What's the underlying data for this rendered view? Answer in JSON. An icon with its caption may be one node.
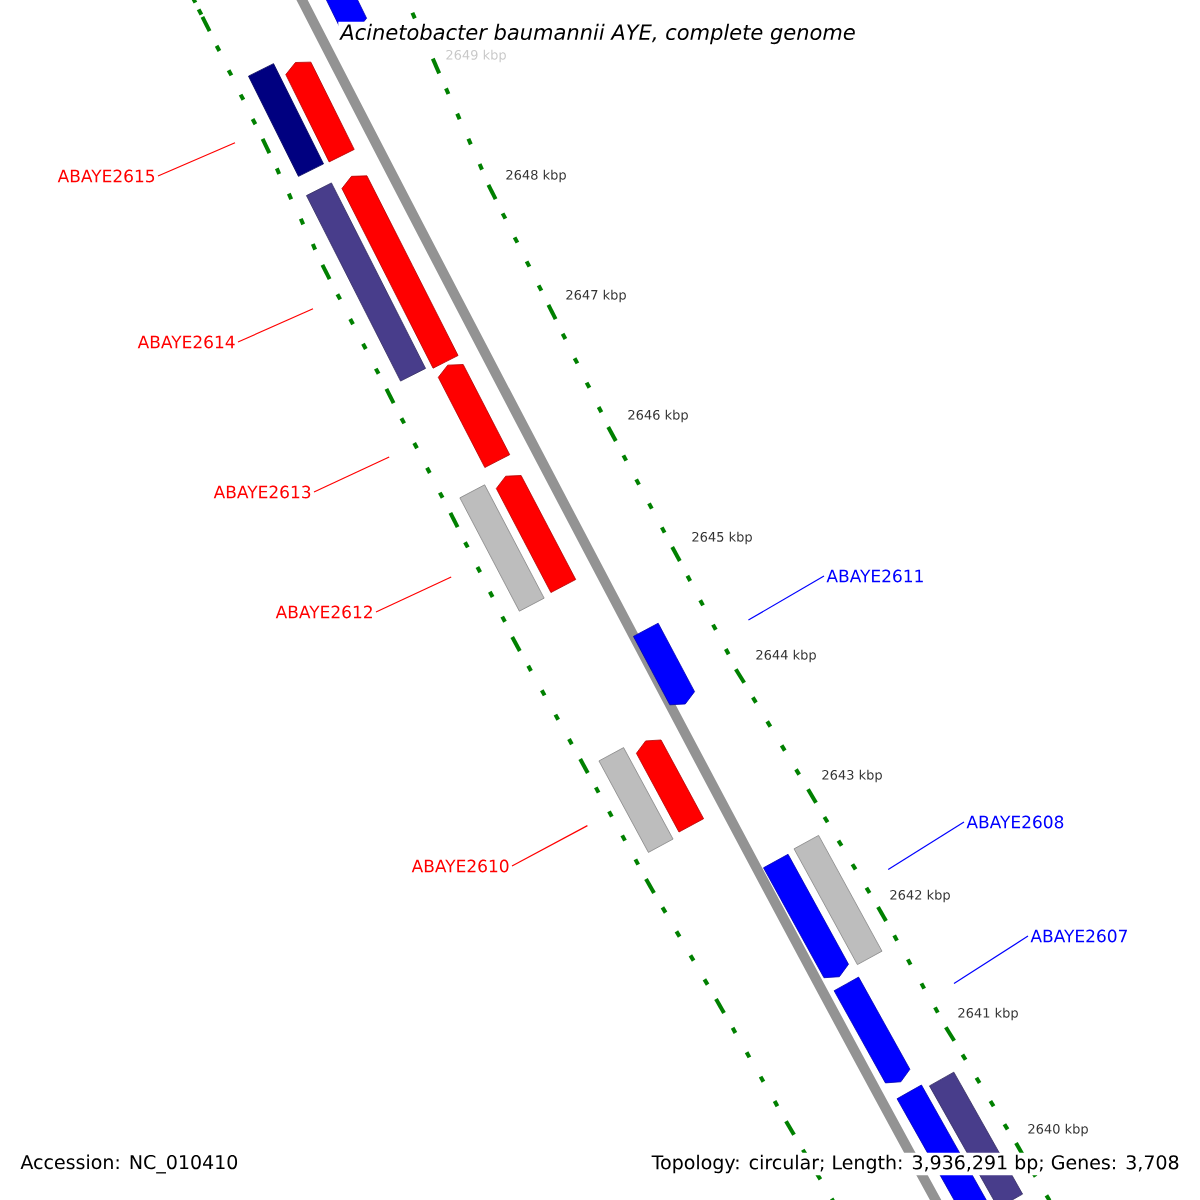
{
  "diagram": {
    "title": "Acinetobacter baumannii AYE, complete genome",
    "nodes": [
      {
        "text": [
          "ABAYE2615"
        ]
      },
      {
        "text": [
          "ABAYE2614"
        ]
      },
      {
        "text": [
          "ABAYE2613"
        ]
      },
      {
        "text": [
          "ABAYE2611"
        ]
      },
      {
        "text": [
          "ABAYE2612"
        ]
      },
      {
        "text": [
          "ABAYE2608"
        ]
      },
      {
        "text": [
          "ABAYE2610"
        ]
      },
      {
        "text": [
          "ABAYE2607"
        ]
      }
    ],
    "edges": [
      {
        "from": 0,
        "to": null,
        "arrow": "none"
      },
      {
        "from": 1,
        "to": null,
        "arrow": "none"
      },
      {
        "from": 2,
        "to": null,
        "arrow": "none"
      },
      {
        "from": 3,
        "to": null,
        "arrow": "none",
        "color": "#0000ff"
      },
      {
        "from": 4,
        "to": null,
        "arrow": "none"
      },
      {
        "from": 5,
        "to": null,
        "arrow": "none",
        "color": "#0000ff"
      },
      {
        "from": 6,
        "to": null,
        "arrow": "none"
      },
      {
        "from": 7,
        "to": null,
        "arrow": "none",
        "color": "#0000ff"
      }
    ],
    "labels": [
      "2649 kbp",
      "2648 kbp",
      "2647 kbp",
      "2646 kbp",
      "2645 kbp",
      "2644 kbp",
      "2643 kbp",
      "2642 kbp",
      "2641 kbp",
      "2640 kbp",
      "Accession: NC_010410",
      "Topology: circular; Length: 3,936,291 bp; Genes: 3,708"
    ]
  }
}
